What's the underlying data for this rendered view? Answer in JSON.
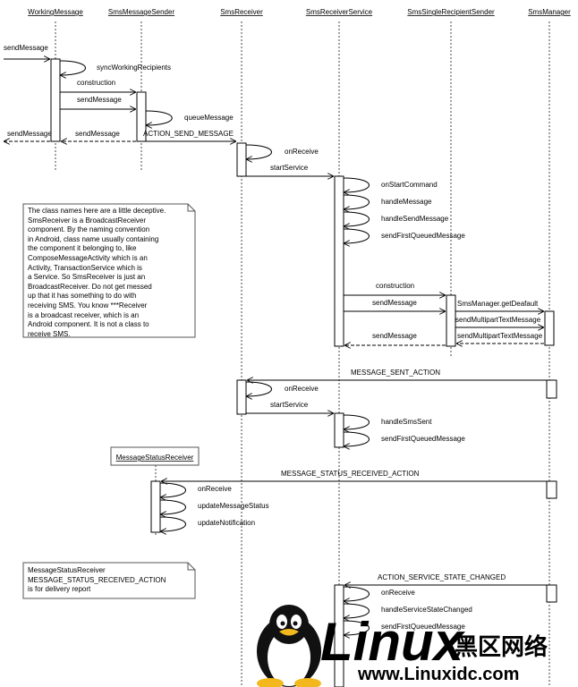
{
  "participants": [
    "WorkingMessage",
    "SmsMessageSender",
    "SmsReceiver",
    "SmsReceiverService",
    "SmsSingleRecipientSender",
    "SmsManager",
    "MessageStatusReceiver"
  ],
  "messages": {
    "send_message_in": "sendMessage",
    "sync_working_recipients": "syncWorkingRecipients",
    "construction_1": "construction",
    "send_message_2": "sendMessage",
    "queue_message": "queueMessage",
    "send_message_ret_left": "sendMessage",
    "send_message_ret_mid": "sendMessage",
    "action_send_message": "ACTION_SEND_MESSAGE",
    "on_receive_1": "onReceive",
    "start_service_1": "startService",
    "on_start_command": "onStartCommand",
    "handle_message": "handleMessage",
    "handle_send_message": "handleSendMessage",
    "send_first_queued_1": "sendFirstQueuedMessage",
    "construction_2": "construction",
    "sms_manager_get_default": "SmsManager.getDeafault",
    "send_message_3": "sendMessage",
    "send_multipart_1": "sendMultipartTextMessage",
    "send_multipart_2": "sendMultipartTextMessage",
    "send_message_4": "sendMessage",
    "message_sent_action": "MESSAGE_SENT_ACTION",
    "on_receive_2": "onReceive",
    "start_service_2": "startService",
    "handle_sms_sent": "handleSmsSent",
    "send_first_queued_2": "sendFirstQueuedMessage",
    "message_status_received_action": "MESSAGE_STATUS_RECEIVED_ACTION",
    "on_receive_3": "onReceive",
    "update_message_status": "updateMessageStatus",
    "update_notification": "updateNotification",
    "action_service_state_changed": "ACTION_SERVICE_STATE_CHANGED",
    "on_receive_4": "onReceive",
    "handle_service_state_changed": "handleServiceStateChanged",
    "send_first_queued_3": "sendFirstQueuedMessage"
  },
  "notes": {
    "class_names": "The class names here are a little deceptive.\nSmsReceiver is a BroadcastReceiver\ncomponent. By the naming convention\nin Android, class name usually containing\nthe component it belonging to, like\nComposeMessageActivity which is an\nActivity, TransactionService which is\na Service. So SmsReceiver is just an\nBroadcastReceiver. Do not get messed\nup that it has something to do with\nreceiving SMS. You know ***Receiver\nis a broadcast receiver, which is an\nAndroid component. It is not a class to\nreceive SMS.",
    "delivery_report": "MessageStatusReceiver\nMESSAGE_STATUS_RECEIVED_ACTION\nis for delivery report"
  },
  "watermark": {
    "logo_text": "Linux",
    "cn_text": "黑区网络",
    "url": "www.Linuxidc.com"
  },
  "colors": {
    "watermark_blue": "#1b8fd6",
    "watermark_red": "#d9181f"
  }
}
